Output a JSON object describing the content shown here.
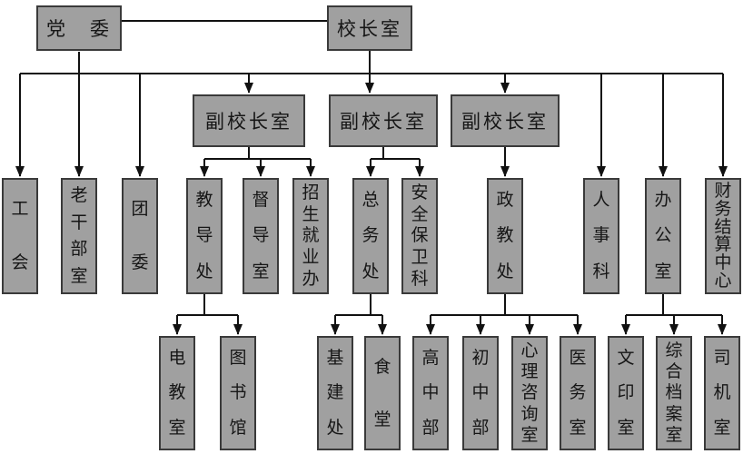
{
  "diagram": {
    "type": "org-chart",
    "colors": {
      "background": "#ffffff",
      "box_fill": "#a0a0a0",
      "box_border": "#3a3a3a",
      "line": "#111111",
      "text": "#161616"
    },
    "nodes": {
      "dangwei": {
        "label": "党　委"
      },
      "xiaozhangshi": {
        "label": "校长室"
      },
      "fuxiao1": {
        "label": "副校长室"
      },
      "fuxiao2": {
        "label": "副校长室"
      },
      "fuxiao3": {
        "label": "副校长室"
      },
      "gonghui": {
        "label": "工会"
      },
      "laoganbushi": {
        "label": "老干部室"
      },
      "tuanwei": {
        "label": "团委"
      },
      "jiaodaochu": {
        "label": "教导处"
      },
      "dudaoshi": {
        "label": "督导室"
      },
      "zhaosheng": {
        "label": "招生就业办"
      },
      "zongwuchu": {
        "label": "总务处"
      },
      "anquanbaowei": {
        "label": "安全保卫科"
      },
      "zhengjiaochu": {
        "label": "政教处"
      },
      "renshike": {
        "label": "人事科"
      },
      "bangongshi": {
        "label": "办公室"
      },
      "caiwujiesuan": {
        "label": "财务结算中心"
      },
      "dianjiaoshi": {
        "label": "电教室"
      },
      "tushuguan": {
        "label": "图书馆"
      },
      "jijianchu": {
        "label": "基建处"
      },
      "shitang": {
        "label": "食堂"
      },
      "gaozhongbu": {
        "label": "高中部"
      },
      "chuzhongbu": {
        "label": "初中部"
      },
      "xinlizixun": {
        "label": "心理咨询室"
      },
      "yiwushi": {
        "label": "医务室"
      },
      "wenyinshi": {
        "label": "文印室"
      },
      "zonghedangan": {
        "label": "综合档案室"
      },
      "sijishi": {
        "label": "司机室"
      }
    },
    "edges": [
      [
        "党委",
        "校长室"
      ],
      [
        "党委/校长室",
        "工会"
      ],
      [
        "党委/校长室",
        "老干部室"
      ],
      [
        "党委/校长室",
        "团委"
      ],
      [
        "党委/校长室",
        "副校长室1"
      ],
      [
        "校长室",
        "副校长室2"
      ],
      [
        "党委/校长室",
        "副校长室3"
      ],
      [
        "党委/校长室",
        "人事科"
      ],
      [
        "党委/校长室",
        "办公室"
      ],
      [
        "党委/校长室",
        "财务结算中心"
      ],
      [
        "副校长室1",
        "教导处"
      ],
      [
        "副校长室1",
        "督导室"
      ],
      [
        "副校长室1",
        "招生就业办"
      ],
      [
        "副校长室2",
        "总务处"
      ],
      [
        "副校长室2",
        "安全保卫科"
      ],
      [
        "副校长室3",
        "政教处"
      ],
      [
        "教导处",
        "电教室"
      ],
      [
        "教导处",
        "图书馆"
      ],
      [
        "总务处",
        "基建处"
      ],
      [
        "总务处",
        "食堂"
      ],
      [
        "政教处",
        "高中部"
      ],
      [
        "政教处",
        "初中部"
      ],
      [
        "政教处",
        "心理咨询室"
      ],
      [
        "政教处",
        "医务室"
      ],
      [
        "办公室",
        "文印室"
      ],
      [
        "办公室",
        "综合档案室"
      ],
      [
        "办公室",
        "司机室"
      ]
    ]
  }
}
